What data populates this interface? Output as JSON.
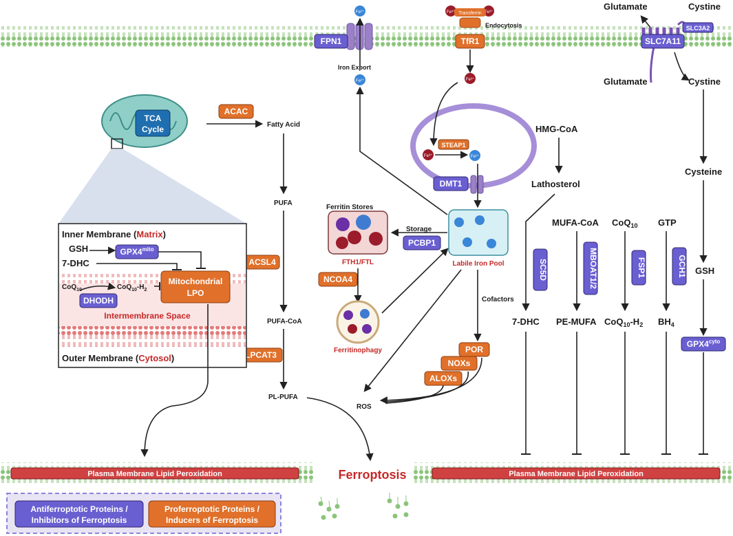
{
  "membrane_proteins": {
    "fpn1": "FPN1",
    "tfr1": "TfR1",
    "transferrin": "Transferrin",
    "slc7a11": "SLC7A11",
    "slc3a2": "SLC3A2",
    "dmt1": "DMT1",
    "steap1": "STEAP1"
  },
  "labels": {
    "iron_export": "Iron Export",
    "endocytosis": "Endocytosis",
    "glutamate_out": "Glutamate",
    "cystine_out": "Cystine",
    "glutamate_in": "Glutamate",
    "cystine_in": "Cystine",
    "cysteine": "Cysteine",
    "gsh_right": "GSH",
    "hmg_coa": "HMG-CoA",
    "lathosterol": "Lathosterol",
    "mufa_coa": "MUFA-CoA",
    "coq10": "CoQ",
    "coq10_sub": "10",
    "gtp": "GTP",
    "seven_dhc": "7-DHC",
    "pe_mufa": "PE-MUFA",
    "coq10h2_a": "CoQ",
    "coq10h2_sub": "10",
    "coq10h2_b": "-H",
    "coq10h2_sub2": "2",
    "bh4": "BH",
    "bh4_sub": "4",
    "fatty_acid": "Fatty Acid",
    "pufa": "PUFA",
    "pufa_coa": "PUFA-CoA",
    "pl_pufa": "PL-PUFA",
    "ros": "ROS",
    "ferritin_stores": "Ferritin Stores",
    "storage": "Storage",
    "fth1_ftl": "FTH1/FTL",
    "labile_iron_pool": "Labile Iron Pool",
    "cofactors": "Cofactors",
    "ferritinophagy": "Ferritinophagy",
    "ferroptosis": "Ferroptosis",
    "tca_cycle_1": "TCA",
    "tca_cycle_2": "Cycle",
    "fe3": "Fe",
    "fe3_sup": "3+",
    "fe2": "Fe",
    "fe2_sup": "2+"
  },
  "enzymes": {
    "acac": "ACAC",
    "acsl4": "ACSL4",
    "lpcat3": "LPCAT3",
    "pcbp1": "PCBP1",
    "ncoa4": "NCOA4",
    "por": "POR",
    "noxs": "NOXs",
    "aloxs": "ALOXs",
    "sc5d": "SC5D",
    "mboat": "MBOAT1/2",
    "fsp1": "FSP1",
    "gch1": "GCH1",
    "gpx4_cyto": "GPX4",
    "gpx4_cyto_sup": "cyto"
  },
  "mito_inset": {
    "inner_membrane_a": "Inner Membrane (",
    "inner_membrane_b": "Matrix",
    "inner_membrane_c": ")",
    "gsh": "GSH",
    "gpx4_mito": "GPX4",
    "gpx4_mito_sup": "mito",
    "seven_dhc": "7-DHC",
    "coq10": "CoQ",
    "coq10_sub": "10",
    "coq10h2": "CoQ",
    "coq10h2_sub": "10",
    "coq10h2_b": "-H",
    "coq10h2_sub2": "2",
    "dhodh": "DHODH",
    "lpo_1": "Mitochondrial",
    "lpo_2": "LPO",
    "intermembrane": "Intermembrane Space",
    "outer_membrane_a": "Outer Membrane (",
    "outer_membrane_b": "Cytosol",
    "outer_membrane_c": ")"
  },
  "bottom": {
    "pm_lpo_left": "Plasma Membrane Lipid Peroxidation",
    "pm_lpo_right": "Plasma Membrane Lipid Peroxidation",
    "legend_anti_1": "Antiferroptotic Proteins /",
    "legend_anti_2": "Inhibitors of Ferroptosis",
    "legend_pro_1": "Proferroptotic Proteins /",
    "legend_pro_2": "Inducers of Ferroptosis"
  },
  "colors": {
    "anti_protein": "#6a5fd1",
    "pro_protein": "#e0702a",
    "membrane": "#8bc47a",
    "pm_bar": "#d04141",
    "fe3_ion": "#9b1c2a",
    "fe2_ion": "#3a86d8",
    "accent_red": "#c62828"
  }
}
